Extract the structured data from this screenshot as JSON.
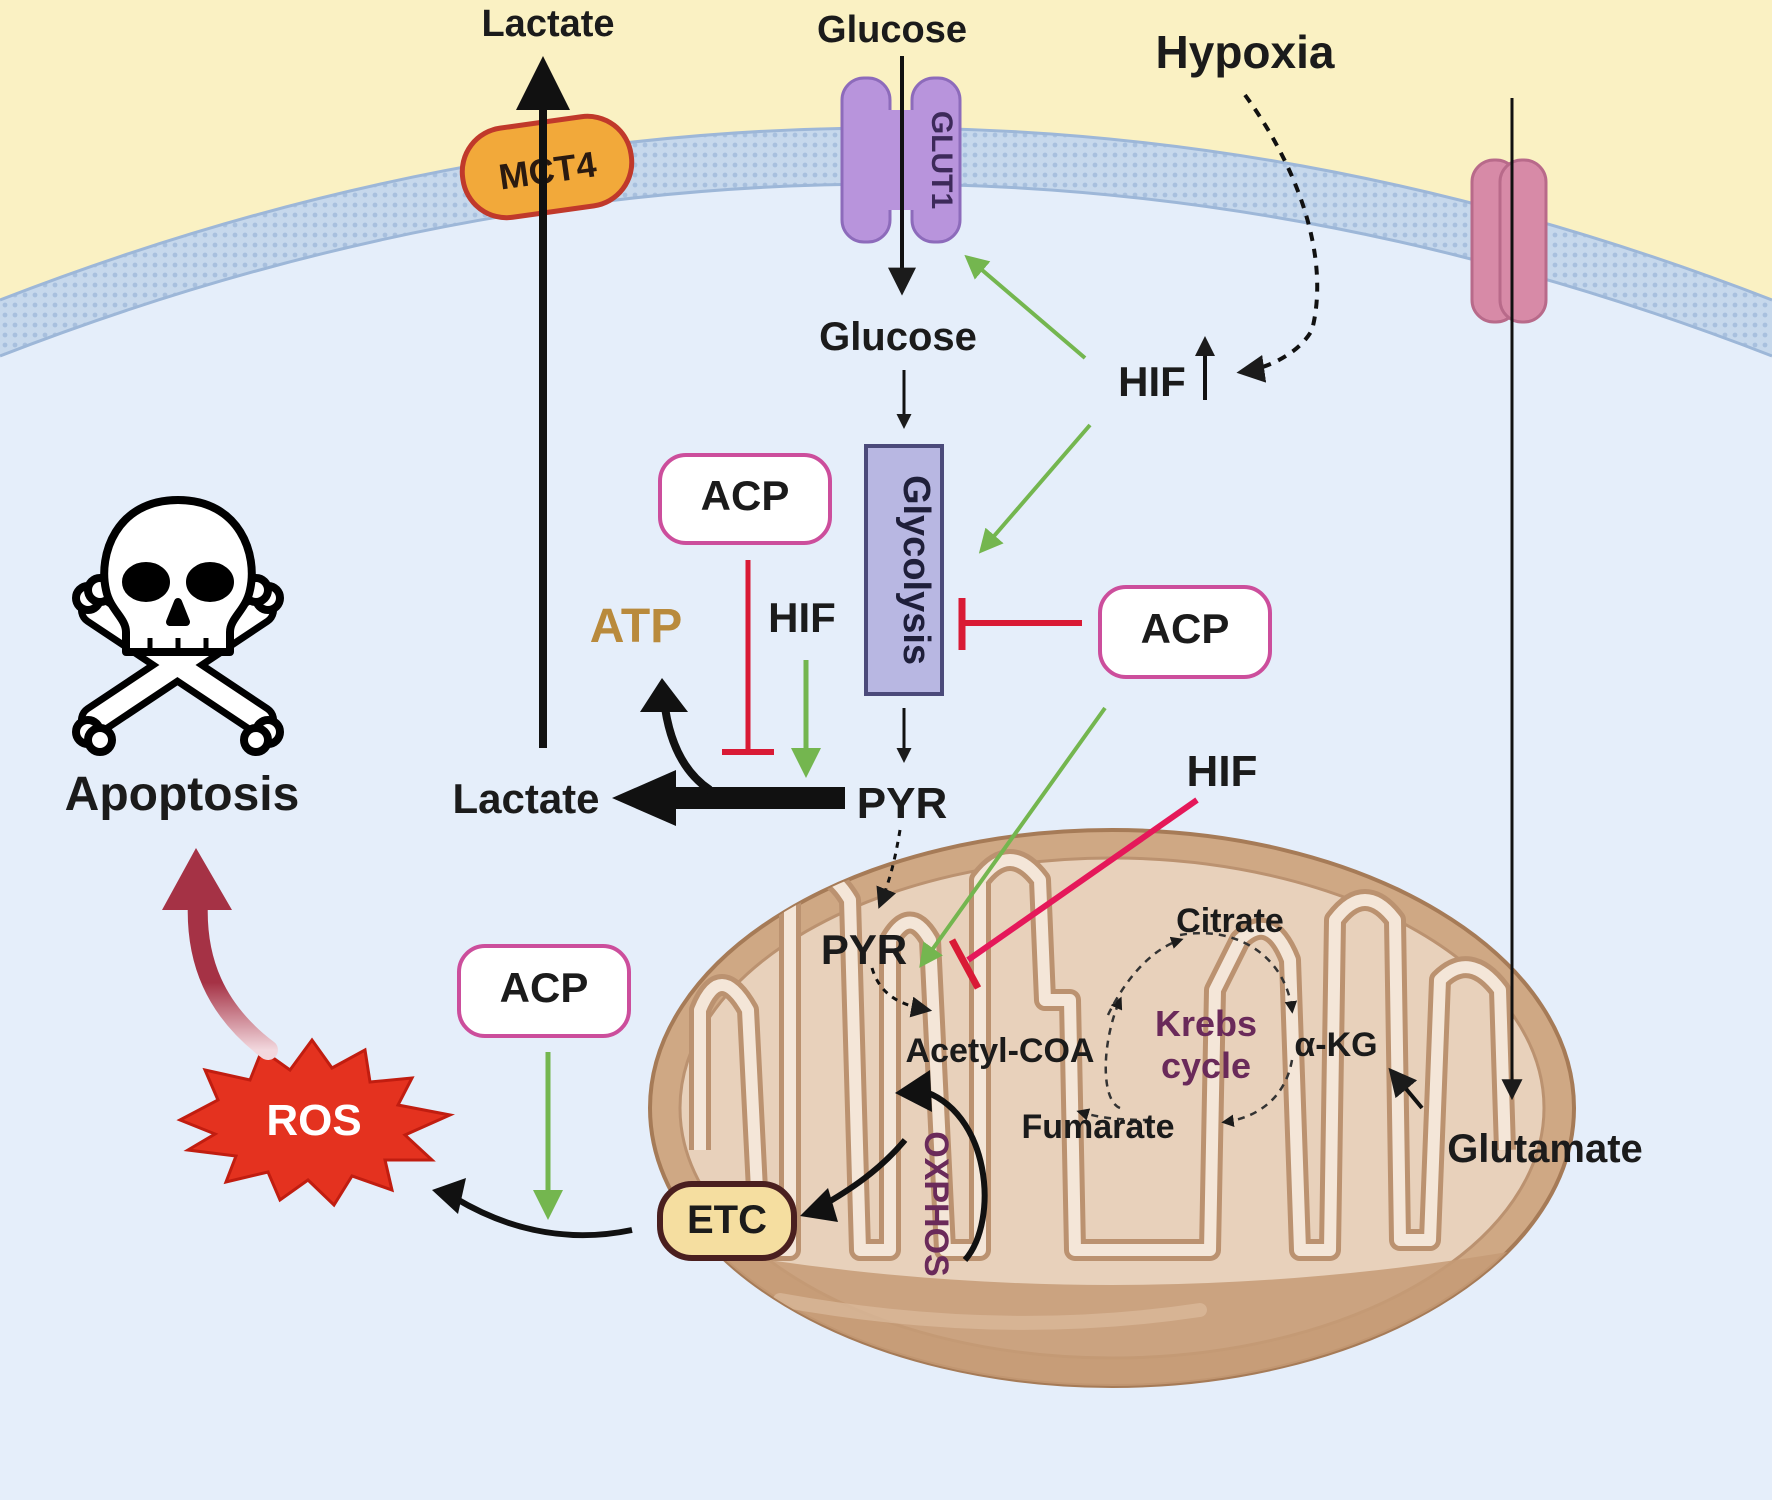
{
  "colors": {
    "extracellular": "#faf1c3",
    "cytoplasm": "#e5eefa",
    "membrane": "#b9cfe8",
    "activation": "#74b64f",
    "inhibition": "#d91a35",
    "acp_border": "#cc4e9c",
    "atp": "#b98a3c",
    "purple_text": "#6a2a5a",
    "mito_outer": "#cfa884",
    "mito_inner": "#f1e2d3",
    "ros": "#e4321f",
    "mct4": "#f2a93a",
    "glut1": "#b894dc",
    "transporter": "#d78aa7",
    "apoptosis_arrow": "#a53245"
  },
  "icons": {
    "skull": "skull-and-crossbones-icon",
    "ros": "ros-burst-icon"
  },
  "labels": {
    "lactate_out": "Lactate",
    "glucose_out": "Glucose",
    "hypoxia": "Hypoxia",
    "mct4": "MCT4",
    "glut1": "GLUT1",
    "glucose_in": "Glucose",
    "hif_up": "HIF",
    "glycolysis": "Glycolysis",
    "acp_top": "ACP",
    "acp_right": "ACP",
    "acp_bottom": "ACP",
    "atp": "ATP",
    "hif_mid": "HIF",
    "lactate_in": "Lactate",
    "pyr_cyto": "PYR",
    "hif_right": "HIF",
    "pyr_mito": "PYR",
    "apoptosis": "Apoptosis",
    "ros": "ROS",
    "citrate": "Citrate",
    "acetyl_coa": "Acetyl-COA",
    "krebs_1": "Krebs",
    "krebs_2": "cycle",
    "akg": "α-KG",
    "fumarate": "Fumarate",
    "glutamate": "Glutamate",
    "etc": "ETC",
    "oxphos": "OXPHOS"
  }
}
